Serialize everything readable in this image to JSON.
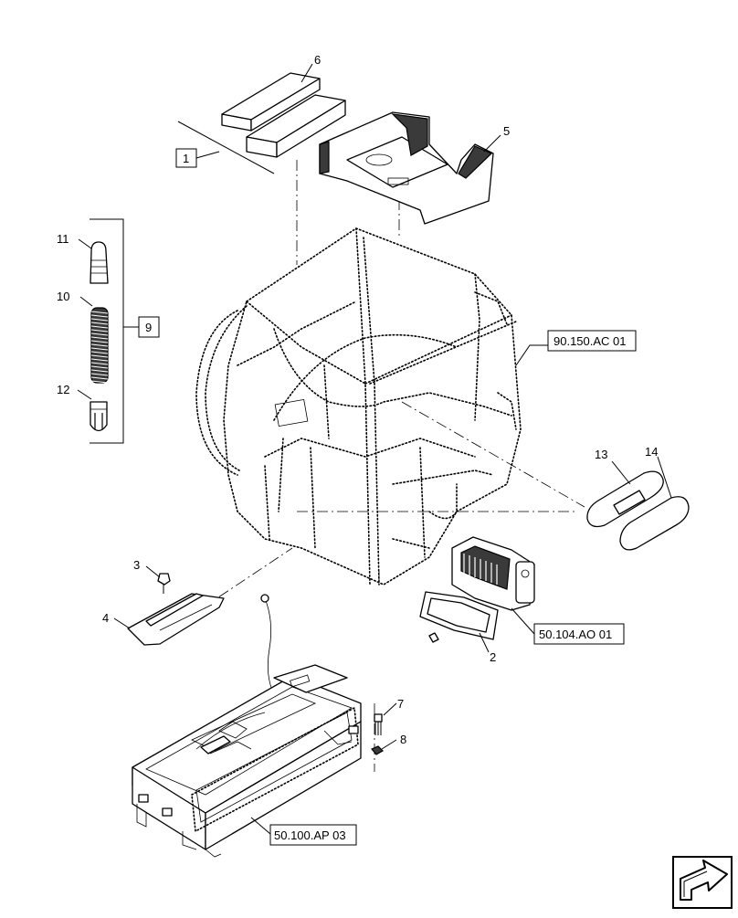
{
  "callouts": {
    "c1": "1",
    "c2": "2",
    "c3": "3",
    "c4": "4",
    "c5": "5",
    "c6": "6",
    "c7": "7",
    "c8": "8",
    "c9": "9",
    "c10": "10",
    "c11": "11",
    "c12": "12",
    "c13": "13",
    "c14": "14"
  },
  "references": {
    "cab_frame": "90.150.AC 01",
    "hvac_outlet": "50.104.AO 01",
    "hvac_unit": "50.100.AP 03"
  },
  "nav_icon": "arrow-direction-icon"
}
